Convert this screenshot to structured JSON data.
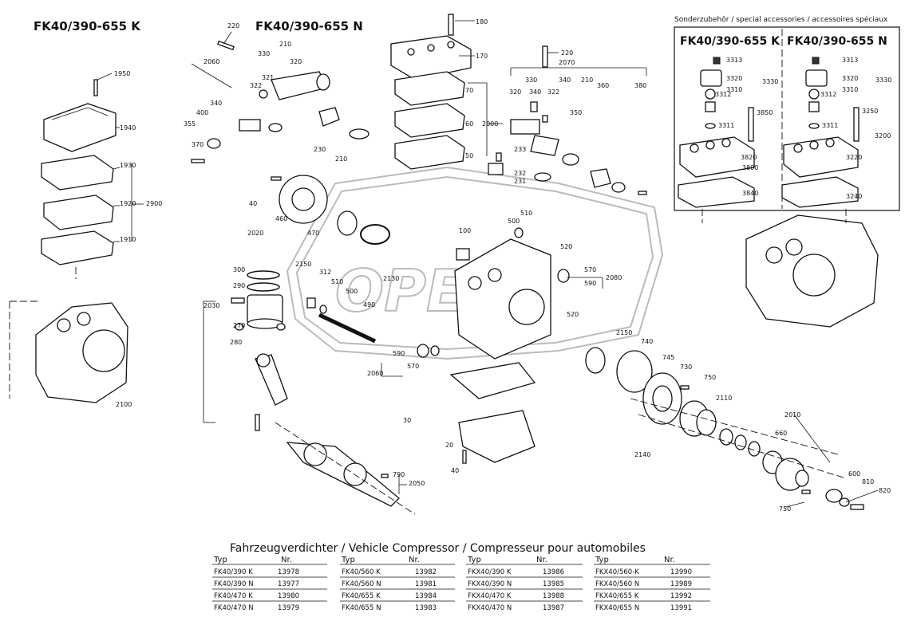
{
  "titles": {
    "left": "FK40/390-655 K",
    "center": "FK40/390-655 N"
  },
  "accessories": {
    "header": "Sonderzubehör / special accessories / accessoires spéciaux",
    "col_k": "FK40/390-655 K",
    "col_n": "FK40/390-655 N",
    "labels_k": [
      "3313",
      "3320",
      "3310",
      "3312",
      "3850",
      "3311",
      "3820",
      "3800",
      "3840"
    ],
    "labels_n": [
      "3313",
      "3320",
      "3310",
      "3312",
      "3250",
      "3311",
      "3220",
      "3200",
      "3240"
    ],
    "side_k": "3330",
    "side_n": "3330"
  },
  "part_labels": {
    "left_group": [
      "1950",
      "1940",
      "1930",
      "1920",
      "1910",
      "2900",
      "2100"
    ],
    "top_left_group": [
      "220",
      "2060",
      "330",
      "210",
      "320",
      "321",
      "322",
      "340",
      "400",
      "355",
      "370",
      "230",
      "210"
    ],
    "head_group": [
      "180",
      "170",
      "70",
      "60",
      "2000",
      "50",
      "220",
      "2070"
    ],
    "valve_group": [
      "330",
      "340",
      "210",
      "360",
      "380",
      "320",
      "340",
      "322",
      "350",
      "233",
      "232",
      "231"
    ],
    "middle_group": [
      "40",
      "460",
      "2020",
      "470",
      "510",
      "500",
      "100",
      "520",
      "2150",
      "312",
      "510",
      "500",
      "2130",
      "490",
      "570",
      "590",
      "2080",
      "520"
    ],
    "piston_group": [
      "300",
      "290",
      "2030",
      "270",
      "280",
      "2060",
      "590",
      "570"
    ],
    "bottom_group": [
      "30",
      "20",
      "40",
      "790",
      "2050"
    ],
    "right_group": [
      "2150",
      "740",
      "745",
      "730",
      "750",
      "2110",
      "2010",
      "660",
      "2140",
      "600",
      "810",
      "820",
      "750"
    ]
  },
  "watermark": "OPEX",
  "caption": "Fahrzeugverdichter / Vehicle Compressor / Compresseur pour automobiles",
  "table": {
    "header_typ": "Typ",
    "header_nr": "Nr.",
    "columns": [
      [
        [
          "FK40/390 K",
          "13978"
        ],
        [
          "FK40/390 N",
          "13977"
        ],
        [
          "FK40/470 K",
          "13980"
        ],
        [
          "FK40/470 N",
          "13979"
        ]
      ],
      [
        [
          "FK40/560 K",
          "13982"
        ],
        [
          "FK40/560 N",
          "13981"
        ],
        [
          "FK40/655 K",
          "13984"
        ],
        [
          "FK40/655 N",
          "13983"
        ]
      ],
      [
        [
          "FKX40/390 K",
          "13986"
        ],
        [
          "FKX40/390 N",
          "13985"
        ],
        [
          "FKX40/470 K",
          "13988"
        ],
        [
          "FKX40/470 N",
          "13987"
        ]
      ],
      [
        [
          "FKX40/560-K",
          "13990"
        ],
        [
          "FKX40/560 N",
          "13989"
        ],
        [
          "FKX40/655 K",
          "13992"
        ],
        [
          "FKX40/655 N",
          "13991"
        ]
      ]
    ]
  }
}
